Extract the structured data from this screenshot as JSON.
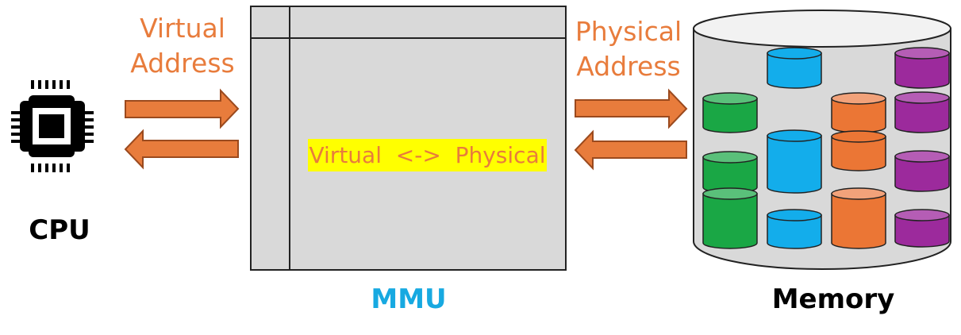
{
  "labels": {
    "virtual_address_line1": "Virtual",
    "virtual_address_line2": "Address",
    "physical_address_line1": "Physical",
    "physical_address_line2": "Address",
    "mapping_text": "Virtual  <->  Physical",
    "cpu": "CPU",
    "mmu": "MMU",
    "memory": "Memory"
  },
  "colors": {
    "arrow": "#E87C3C",
    "mmu_label": "#17A9E1",
    "highlight": "#FFFF00",
    "panel_fill": "#D9D9D9",
    "green": "#1AA745",
    "blue": "#13ADEB",
    "orange": "#EB7635",
    "purple": "#9C2A9C"
  },
  "icons": {
    "cpu": "cpu-chip-icon",
    "memory": "database-cylinder-icon"
  }
}
